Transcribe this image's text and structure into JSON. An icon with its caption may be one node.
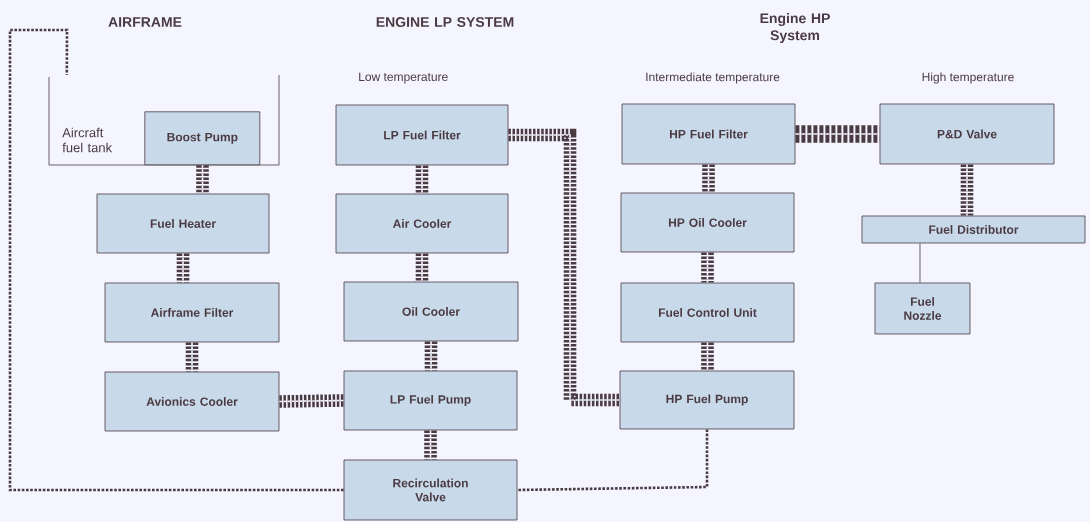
{
  "diagram": {
    "nodes": [
      {
        "text": [
          "Aircraft fuel tank"
        ]
      },
      {
        "text": [
          "Boost Pump"
        ],
        "in": 0
      },
      {
        "text": [
          "Fuel Heater"
        ]
      },
      {
        "text": [
          "Airframe Filter"
        ]
      },
      {
        "text": [
          "Avionics Cooler"
        ]
      },
      {
        "text": [
          "LP Fuel Filter"
        ],
        "beside": [
          "Low temperature"
        ]
      },
      {
        "text": [
          "Air Cooler"
        ]
      },
      {
        "text": [
          "Oil Cooler"
        ]
      },
      {
        "text": [
          "LP Fuel Pump"
        ]
      },
      {
        "text": [
          "Recirculation Valve"
        ]
      },
      {
        "text": [
          "HP Fuel Filter"
        ],
        "beside": [
          "Intermediate temperature"
        ]
      },
      {
        "text": [
          "HP Oil Cooler"
        ]
      },
      {
        "text": [
          "Fuel Control Unit"
        ]
      },
      {
        "text": [
          "HP Fuel Pump"
        ]
      },
      {
        "text": [
          "P&D Valve"
        ],
        "beside": [
          "High temperature"
        ]
      },
      {
        "text": [
          "Fuel Distributor"
        ]
      },
      {
        "text": [
          "Fuel Nozzle"
        ]
      }
    ],
    "edges": [
      {
        "from": 1,
        "to": 2,
        "arrow": "none",
        "style": "dashed"
      },
      {
        "from": 2,
        "to": 3,
        "arrow": "none",
        "style": "dashed"
      },
      {
        "from": 3,
        "to": 4,
        "arrow": "none",
        "style": "dashed"
      },
      {
        "from": 4,
        "to": 8,
        "arrow": "none",
        "style": "dashed"
      },
      {
        "from": 5,
        "to": 6,
        "arrow": "none",
        "style": "dashed"
      },
      {
        "from": 6,
        "to": 7,
        "arrow": "none",
        "style": "dashed"
      },
      {
        "from": 7,
        "to": 8,
        "arrow": "none",
        "style": "dashed"
      },
      {
        "from": 8,
        "to": 9,
        "arrow": "none",
        "style": "dashed"
      },
      {
        "from": 9,
        "to": 0,
        "arrow": "none",
        "style": "dashed"
      },
      {
        "from": 5,
        "to": 13,
        "arrow": "none",
        "style": "dashed"
      },
      {
        "from": 10,
        "to": 11,
        "arrow": "none",
        "style": "dashed"
      },
      {
        "from": 11,
        "to": 12,
        "arrow": "none",
        "style": "dashed"
      },
      {
        "from": 12,
        "to": 13,
        "arrow": "none",
        "style": "dashed"
      },
      {
        "from": 13,
        "to": 9,
        "arrow": "none",
        "style": "dashed"
      },
      {
        "from": 10,
        "to": 14,
        "arrow": "none",
        "style": "dashed"
      },
      {
        "from": 14,
        "to": 15,
        "arrow": "none",
        "style": "dashed"
      },
      {
        "from": 15,
        "to": 16,
        "arrow": "none"
      }
    ],
    "labels": [
      "AIRFRAME",
      "ENGINE LP SYSTEM",
      "Engine HP System"
    ]
  }
}
